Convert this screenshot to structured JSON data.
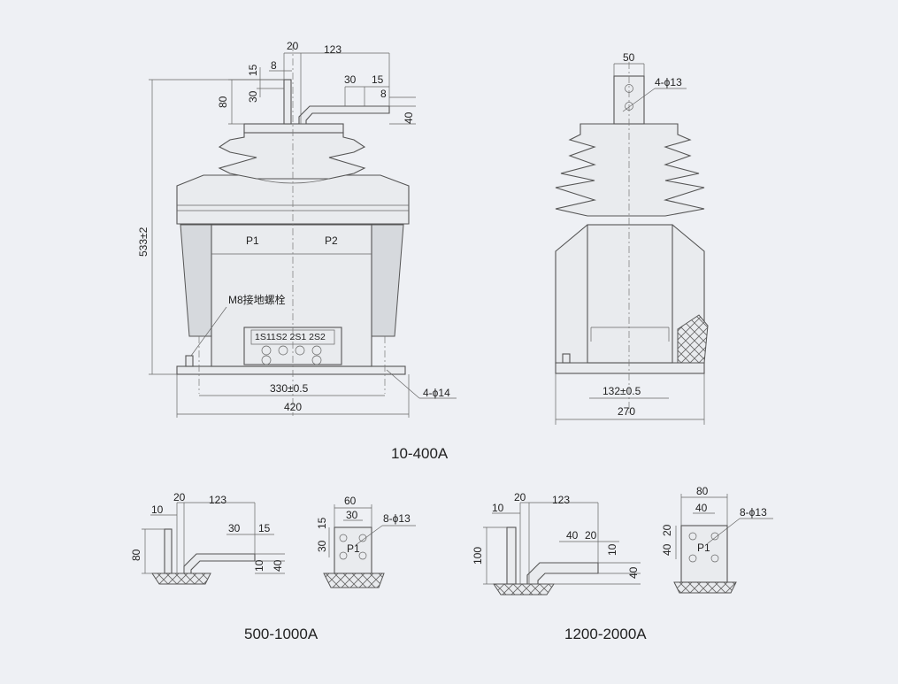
{
  "views": {
    "front": {
      "dims": {
        "d20": "20",
        "d123": "123",
        "d8": "8",
        "d15": "15",
        "d30": "30",
        "d30b": "30",
        "d15b": "15",
        "d8b": "8",
        "d80": "80",
        "d40": "40",
        "h533": "533±2",
        "w330": "330±0.5",
        "w420": "420",
        "hole": "4-ϕ14"
      },
      "labels": {
        "p1": "P1",
        "p2": "P2",
        "ground": "M8接地螺栓",
        "terminals": "1S11S2 2S1 2S2"
      }
    },
    "side": {
      "dims": {
        "d50": "50",
        "hole": "4-ϕ13",
        "w132": "132±0.5",
        "w270": "270"
      }
    },
    "detail1": {
      "dims": {
        "d10": "10",
        "d20": "20",
        "d123": "123",
        "d30": "30",
        "d15": "15",
        "d80": "80",
        "d10b": "10",
        "d40": "40",
        "d60": "60",
        "d30b": "30",
        "d15b": "15",
        "d30c": "30",
        "hole": "8-ϕ13"
      },
      "labels": {
        "p1": "P1"
      }
    },
    "detail2": {
      "dims": {
        "d10": "10",
        "d20": "20",
        "d123": "123",
        "d40": "40",
        "d20b": "20",
        "d10b": "10",
        "d100": "100",
        "d40b": "40",
        "d80": "80",
        "d40c": "40",
        "d20c": "20",
        "d40d": "40",
        "hole": "8-ϕ13"
      },
      "labels": {
        "p1": "P1"
      }
    }
  },
  "captions": {
    "main": "10-400A",
    "c1": "500-1000A",
    "c2": "1200-2000A"
  }
}
